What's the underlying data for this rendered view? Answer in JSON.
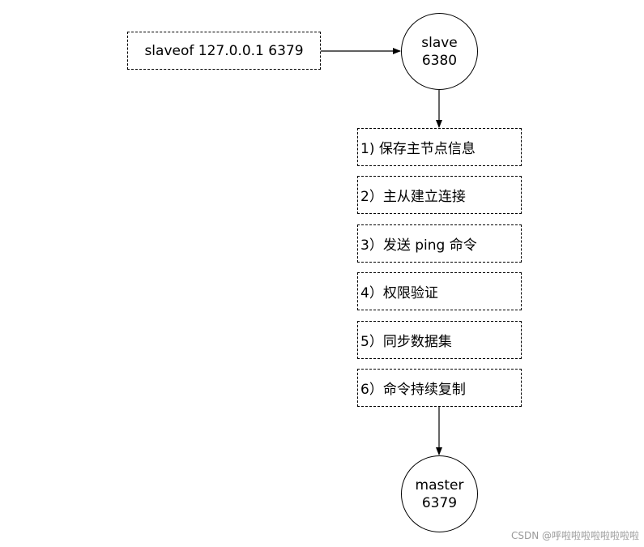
{
  "command_box": {
    "text": "slaveof 127.0.0.1 6379"
  },
  "slave_node": {
    "line1": "slave",
    "line2": "6380"
  },
  "steps": [
    "1) 保存主节点信息",
    "2）主从建立连接",
    "3）发送 ping 命令",
    "4）权限验证",
    "5）同步数据集",
    "6）命令持续复制"
  ],
  "master_node": {
    "line1": "master",
    "line2": "6379"
  },
  "watermark": {
    "text": "CSDN @呼啦啦啦啦啦啦啦啦"
  },
  "colors": {
    "stroke": "#000000",
    "background": "#ffffff",
    "watermark": "#9a9a9a"
  }
}
